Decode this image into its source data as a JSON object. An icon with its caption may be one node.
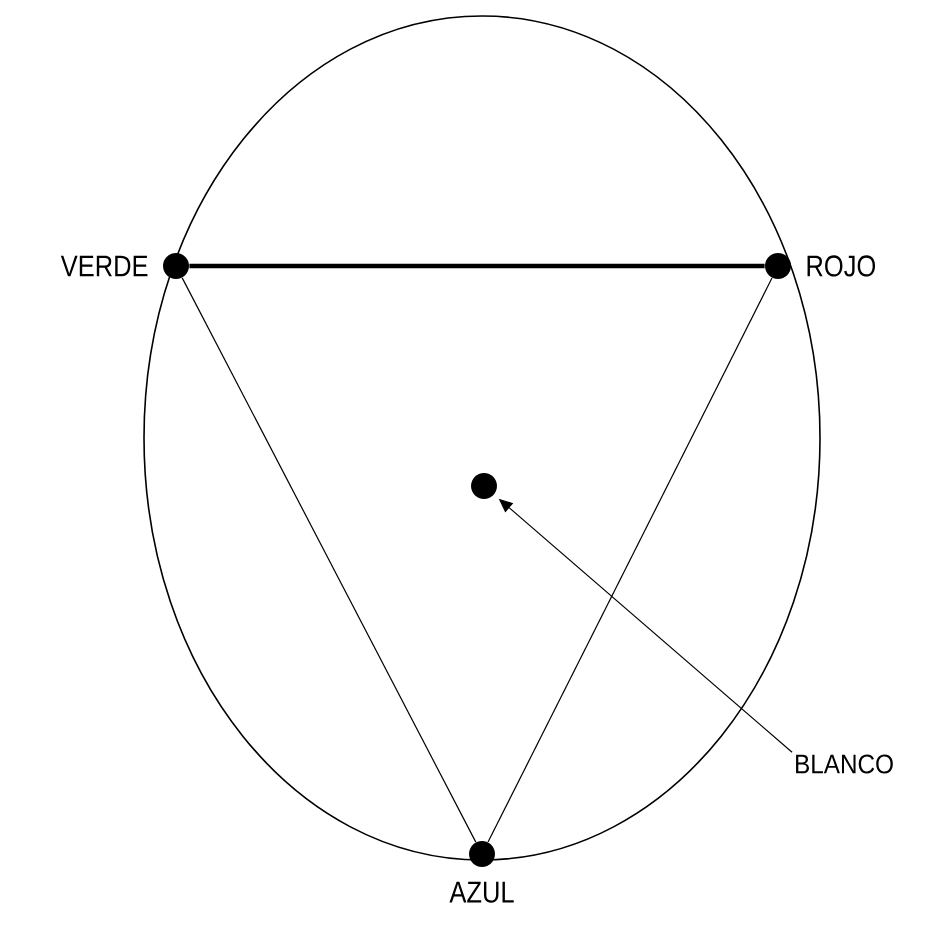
{
  "diagram": {
    "nodes": [
      {
        "text": [],
        "shape": "circle",
        "beside": [
          "VERDE"
        ]
      },
      {
        "text": [],
        "shape": "circle",
        "beside": [
          "ROJO"
        ]
      },
      {
        "text": [],
        "shape": "circle",
        "beside": [
          "AZUL"
        ]
      },
      {
        "text": [],
        "shape": "circle"
      },
      {
        "text": [
          "BLANCO"
        ]
      }
    ],
    "edges": [
      {
        "from": 0,
        "to": 1,
        "arrow": "none",
        "style": "thick"
      },
      {
        "from": 0,
        "to": 2,
        "arrow": "none"
      },
      {
        "from": 1,
        "to": 2,
        "arrow": "none"
      },
      {
        "from": 4,
        "to": 3,
        "arrow": "to"
      }
    ]
  }
}
